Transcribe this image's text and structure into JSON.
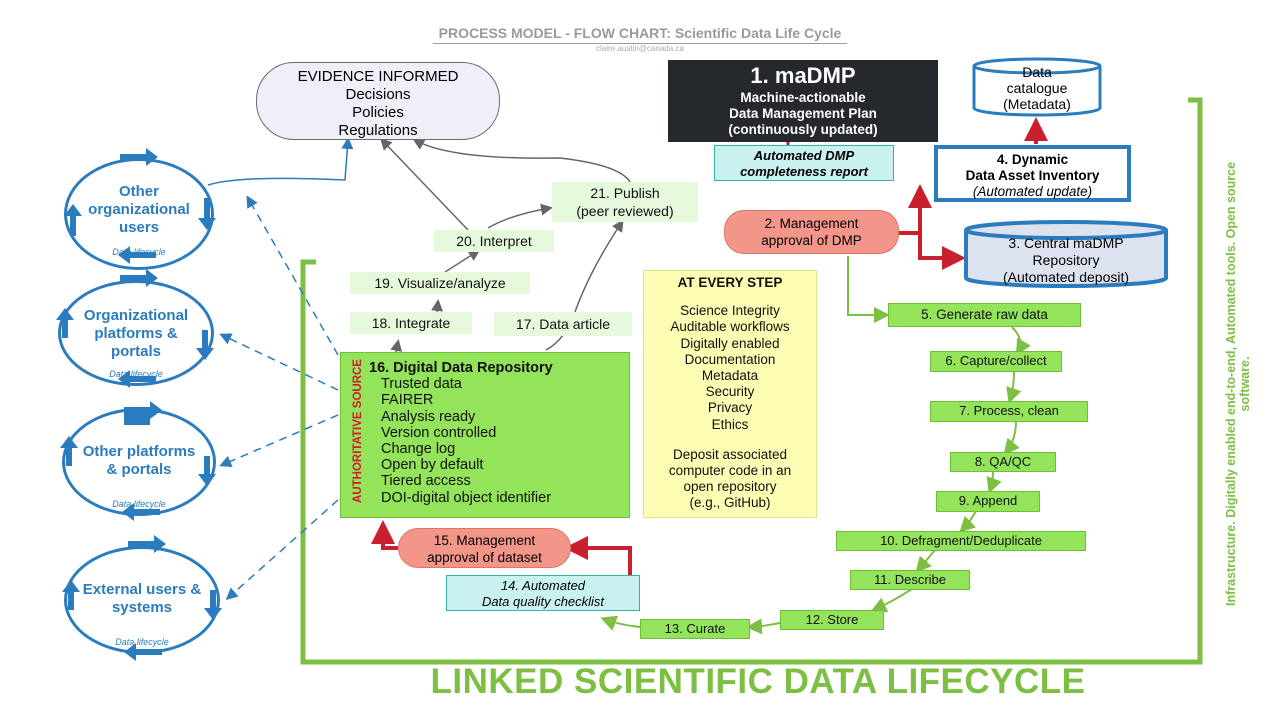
{
  "header": {
    "title": "PROCESS MODEL - FLOW CHART: Scientific Data Life Cycle",
    "email": "claire.austin@canada.ca"
  },
  "evidence": {
    "title": "EVIDENCE INFORMED",
    "lines": [
      "Decisions",
      "Policies",
      "Regulations"
    ]
  },
  "madmp": {
    "title": "1. maDMP",
    "lines": [
      "Machine-actionable",
      "Data Management Plan",
      "(continuously updated)"
    ]
  },
  "automated_dmp": [
    "Automated DMP",
    "completeness report"
  ],
  "data_catalogue": [
    "Data",
    "catalogue",
    "(Metadata)"
  ],
  "dynamic_inventory": {
    "title_line1": "4. Dynamic",
    "title_line2": "Data Asset Inventory",
    "subtitle": "(Automated update)"
  },
  "central_repo": [
    "3. Central maDMP",
    "Repository",
    "(Automated deposit)"
  ],
  "mgmt_dmp": [
    "2. Management",
    "approval of DMP"
  ],
  "steps": {
    "s5": "5. Generate raw data",
    "s6": "6. Capture/collect",
    "s7": "7. Process, clean",
    "s8": "8. QA/QC",
    "s9": "9. Append",
    "s10": "10. Defragment/Deduplicate",
    "s11": "11. Describe",
    "s12": "12. Store",
    "s13": "13. Curate",
    "s17": "17. Data article",
    "s18": "18. Integrate",
    "s19": "19. Visualize/analyze",
    "s20": "20. Interpret",
    "s21_line1": "21. Publish",
    "s21_line2": "(peer reviewed)"
  },
  "checklist": [
    "14. Automated",
    "Data quality checklist"
  ],
  "mgmt_dataset": [
    "15. Management",
    "approval of dataset"
  ],
  "repository": {
    "title": "16. Digital Data Repository",
    "items": [
      "Trusted data",
      "FAIRER",
      "Analysis ready",
      "Version controlled",
      "Change log",
      "Open by default",
      "Tiered access",
      "DOI-digital object identifier"
    ],
    "side_label": "AUTHORITATIVE SOURCE"
  },
  "every_step": {
    "title": "AT EVERY STEP",
    "items": [
      "Science Integrity",
      "Auditable workflows",
      "Digitally enabled",
      "Documentation",
      "Metadata",
      "Security",
      "Privacy",
      "Ethics"
    ],
    "deposit": [
      "Deposit associated",
      "computer code in an",
      "open repository",
      "(e.g., GitHub)"
    ]
  },
  "circles": [
    {
      "lines": [
        "Other",
        "organizational",
        "users"
      ],
      "lifecycle": "Data lifecycle"
    },
    {
      "lines": [
        "Organizational",
        "platforms &",
        "portals"
      ],
      "lifecycle": "Data lifecycle"
    },
    {
      "lines": [
        "Other platforms",
        "& portals"
      ],
      "lifecycle": "Data lifecycle"
    },
    {
      "lines": [
        "External users &",
        "systems"
      ],
      "lifecycle": "Data lifecycle"
    }
  ],
  "footer": "LINKED SCIENTIFIC DATA LIFECYCLE",
  "side_note": "Infrastructure. Digitally enabled end-to-end,  Automated tools. Open source software.",
  "colors": {
    "green": "#93e35b",
    "green_frame": "#7cbf42",
    "blue": "#2b7cbf",
    "red": "#c8202f",
    "pink": "#f3968a",
    "dark": "#25282c",
    "yellow": "#fdfdb3"
  }
}
